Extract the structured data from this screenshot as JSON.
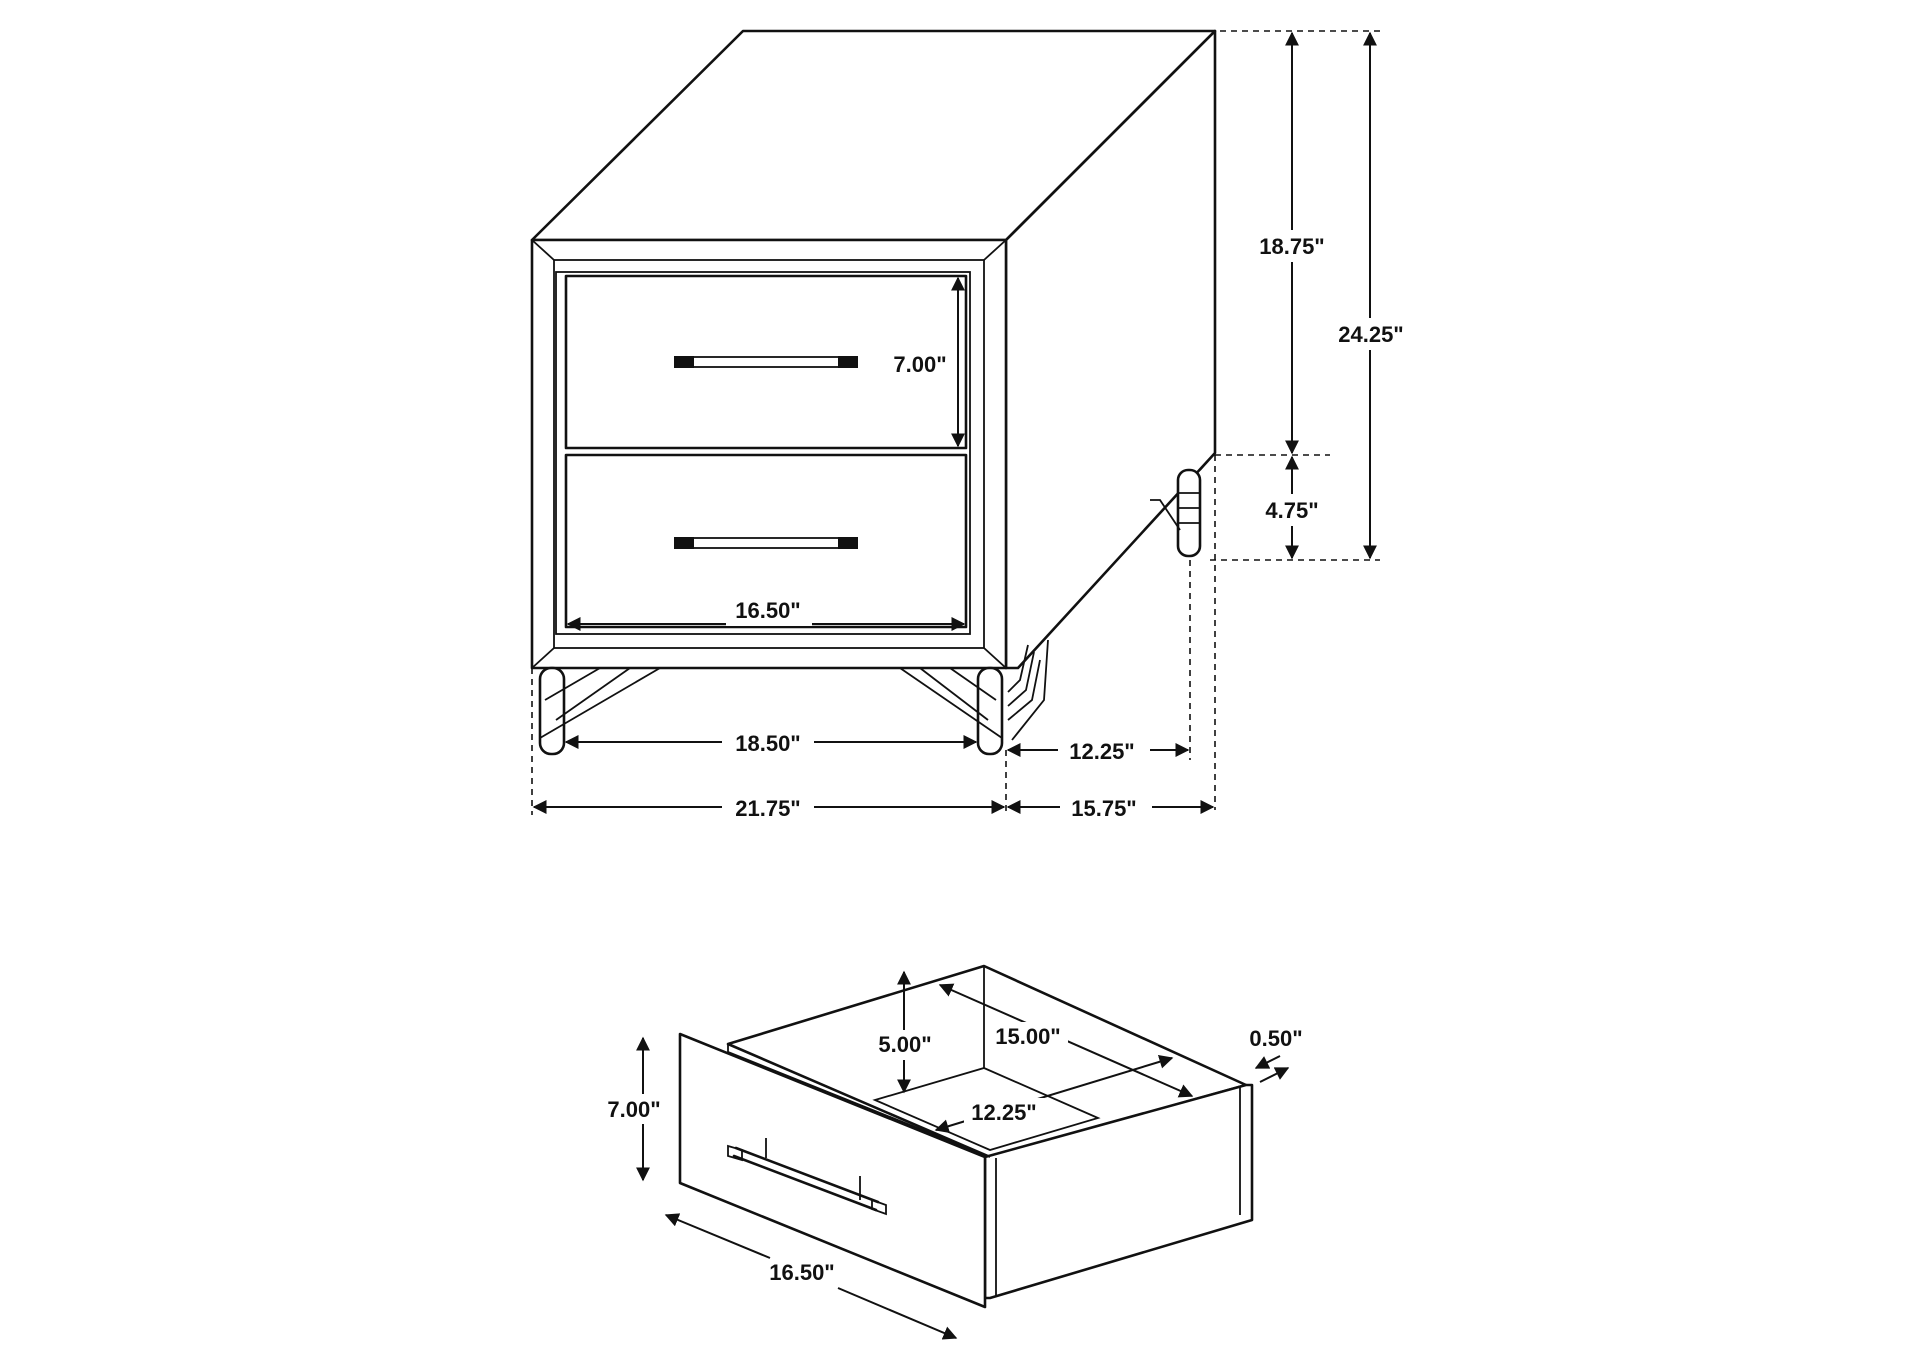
{
  "nightstand": {
    "height_total": "24.25\"",
    "height_case": "18.75\"",
    "height_legs": "4.75\"",
    "drawer_front_height": "7.00\"",
    "drawer_interior_width": "16.50\"",
    "leg_spread": "18.50\"",
    "width": "21.75\"",
    "depth": "15.75\"",
    "leg_depth": "12.25\""
  },
  "drawer": {
    "front_height": "7.00\"",
    "interior_height": "5.00\"",
    "interior_depth": "15.00\"",
    "side_thickness": "0.50\"",
    "interior_width": "12.25\"",
    "front_width": "16.50\""
  }
}
